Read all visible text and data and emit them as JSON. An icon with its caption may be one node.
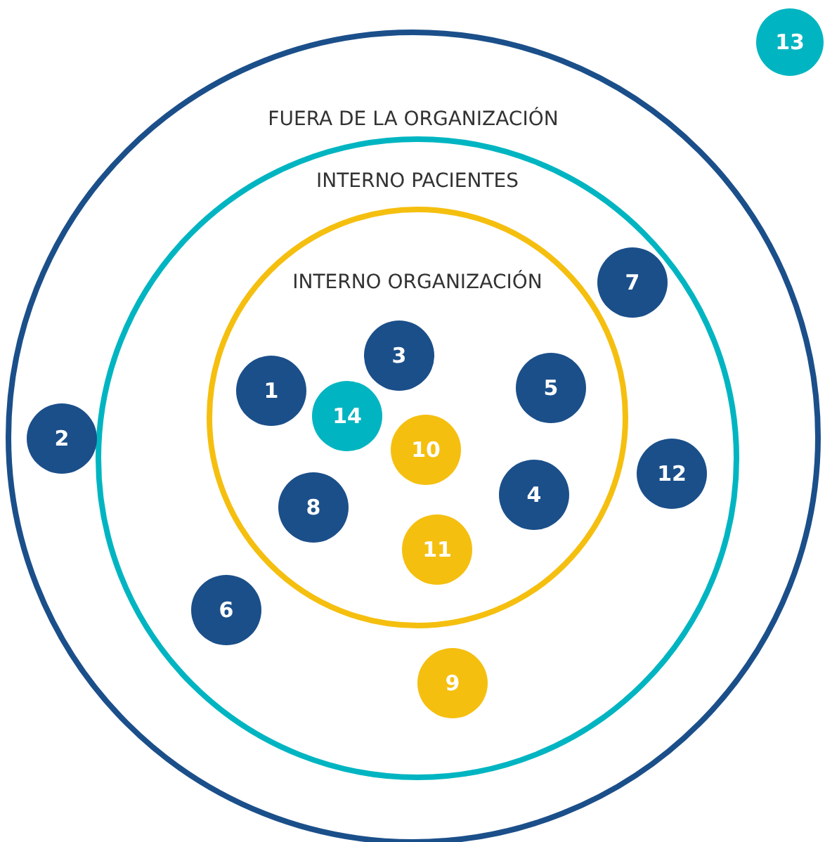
{
  "diagram": {
    "nodes": [
      {
        "text": [
          "FUERA DE LA ORGANIZACIÓN"
        ]
      },
      {
        "text": [
          "INTERNO PACIENTES"
        ],
        "in": 0
      },
      {
        "text": [
          "INTERNO ORGANIZACIÓN"
        ],
        "in": 1
      },
      {
        "text": [
          "13"
        ]
      },
      {
        "text": [
          "7"
        ],
        "in": 1
      },
      {
        "text": [
          "3"
        ],
        "in": 2
      },
      {
        "text": [
          "5"
        ],
        "in": 2
      },
      {
        "text": [
          "1"
        ],
        "in": 2
      },
      {
        "text": [
          "14"
        ],
        "in": 2
      },
      {
        "text": [
          "2"
        ],
        "in": 0
      },
      {
        "text": [
          "10"
        ],
        "in": 2
      },
      {
        "text": [
          "12"
        ],
        "in": 1
      },
      {
        "text": [
          "4"
        ],
        "in": 2
      },
      {
        "text": [
          "8"
        ],
        "in": 2
      },
      {
        "text": [
          "11"
        ],
        "in": 2
      },
      {
        "text": [
          "6"
        ],
        "in": 1
      },
      {
        "text": [
          "9"
        ],
        "in": 1
      }
    ]
  }
}
